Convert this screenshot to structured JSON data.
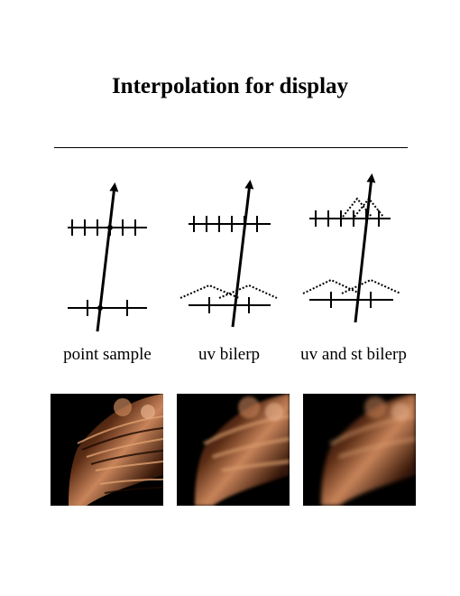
{
  "page": {
    "title": "Interpolation for display"
  },
  "panels": [
    {
      "caption": "point sample"
    },
    {
      "caption": "uv bilerp"
    },
    {
      "caption": "uv and st bilerp"
    }
  ],
  "colors": {
    "ink": "#000000",
    "texture_highlight": "#c8845a",
    "texture_shadow": "#2a1208"
  }
}
